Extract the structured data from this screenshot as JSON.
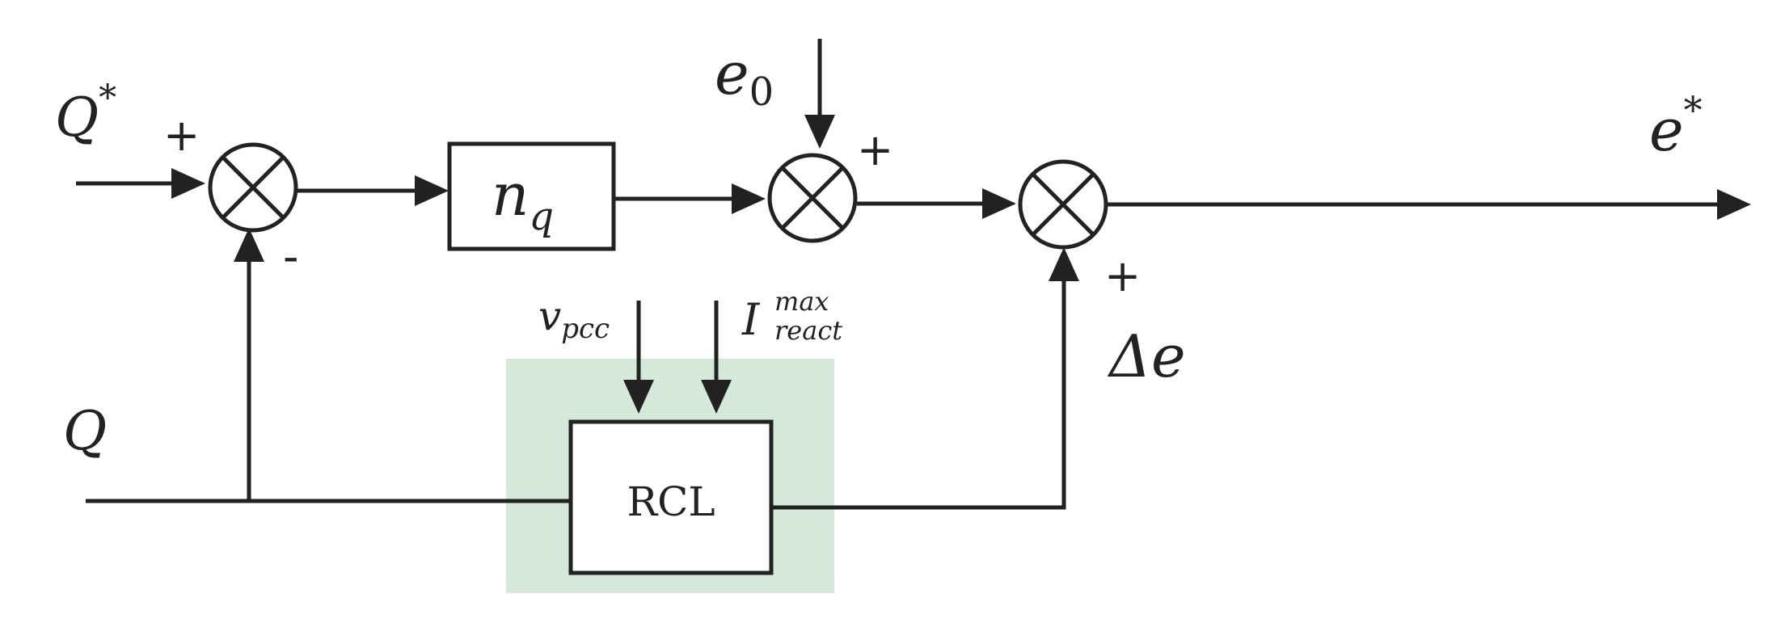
{
  "diagram": {
    "labels": {
      "q_star": "Q",
      "q_star_sup": "*",
      "q": "Q",
      "e0_base": "e",
      "e0_sub": "0",
      "e_star": "e",
      "e_star_sup": "*",
      "delta_e": "Δe",
      "v_pcc_base": "v",
      "v_pcc_sub": "pcc",
      "i_react_base": "I",
      "i_react_sup": "max",
      "i_react_sub": "react"
    },
    "blocks": {
      "nq_base": "n",
      "nq_sub": "q",
      "rcl": "RCL"
    },
    "signs": {
      "sum1_plus": "+",
      "sum1_minus": "-",
      "sum2_plus": "+",
      "sum3_plus": "+"
    },
    "colors": {
      "rcl_highlight": "#d4e9d9",
      "line": "#222222"
    }
  }
}
